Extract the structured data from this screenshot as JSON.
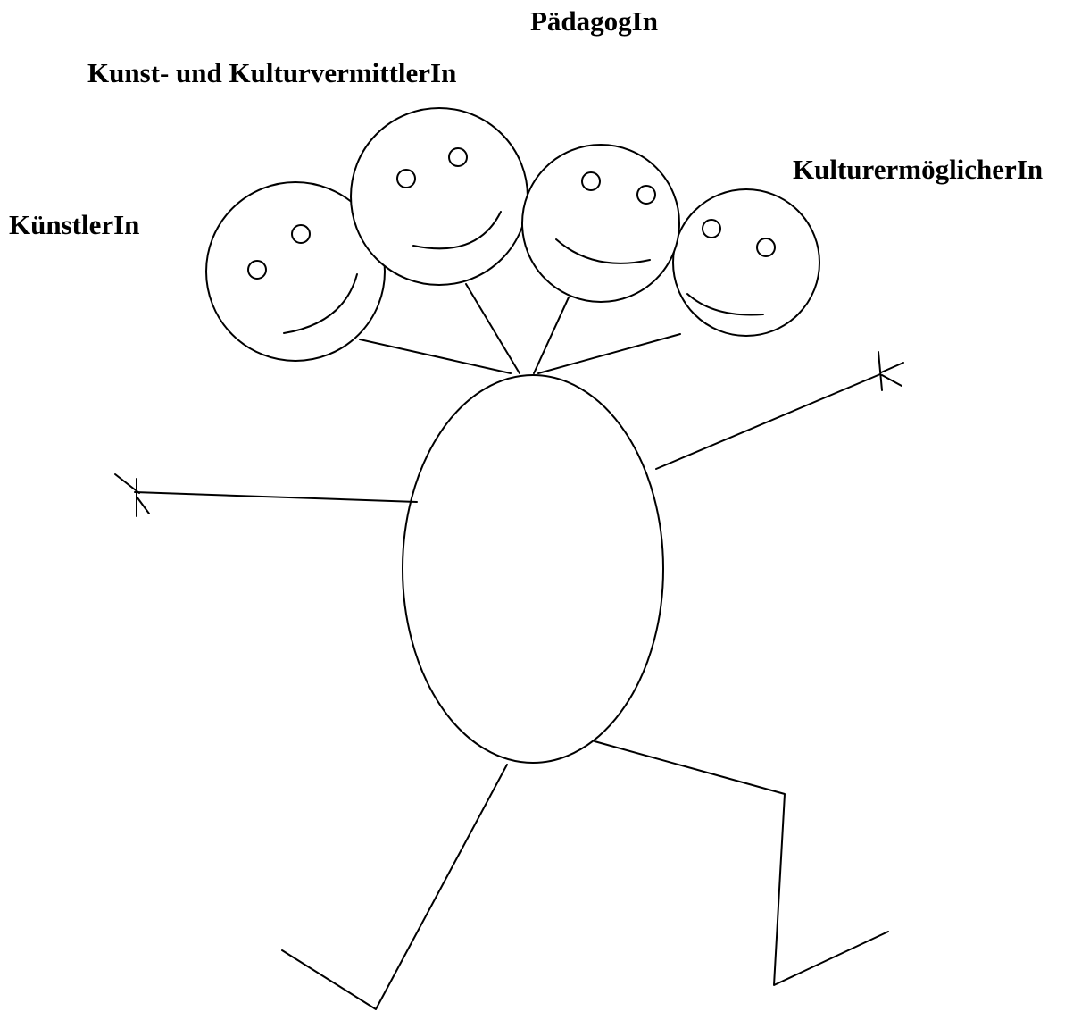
{
  "labels": {
    "paedagogin": "PädagogIn",
    "kunst_kulturvermittlerin": "Kunst- und KulturvermittlerIn",
    "kulturermoeglicherin": "KulturermöglicherIn",
    "kuenstlerin": "KünstlerIn"
  },
  "figure": {
    "heads": [
      "kuenstlerin",
      "kunst_kulturvermittlerin",
      "paedagogin",
      "kulturermoeglicherin"
    ]
  },
  "colors": {
    "line": "#000000",
    "background": "#ffffff"
  }
}
